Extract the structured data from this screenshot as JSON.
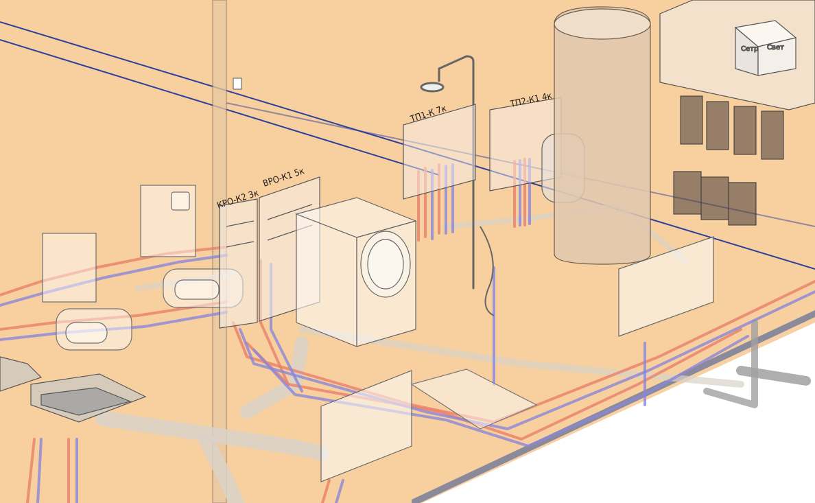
{
  "colors": {
    "floor": "#f8cf9f",
    "wall": "#f7d0a4",
    "slab_edge": "#8a8a9a",
    "hot_pipe": "#e8806a",
    "cold_pipe": "#8a86d8",
    "grey_pipe": "#d9d2c8",
    "outline": "#6f6f6f",
    "beam_blue": "#2b3f9c"
  },
  "labels": {
    "manifold_krd_k2": "КРО-К2 3к",
    "manifold_vrd_k1": "ВРО-К1 5к",
    "manifold_tp1": "ТП1-К 7к",
    "manifold_tp2": "ТП2-К1 4к",
    "boiler_text_a": "Сетр",
    "boiler_text_b": "Свет"
  },
  "icons": {
    "shower": "shower-icon",
    "washing_machine": "washing-machine-icon",
    "toilet": "toilet-icon",
    "sink": "sink-icon",
    "radiator": "radiator-icon",
    "water_tank": "water-tank-icon",
    "pump_group": "pump-group-icon"
  }
}
